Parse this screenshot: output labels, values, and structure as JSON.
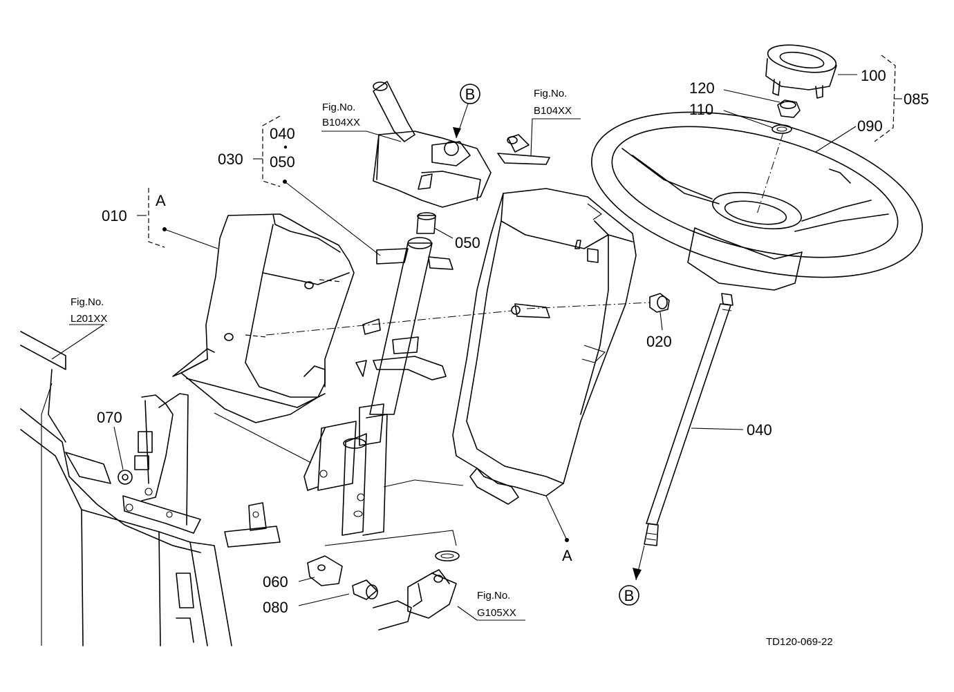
{
  "callouts": {
    "p010": "010",
    "p020": "020",
    "p030": "030",
    "p040_group": "040",
    "p050_group": "050",
    "p050": "050",
    "p040": "040",
    "p060": "060",
    "p070": "070",
    "p080": "080",
    "p085": "085",
    "p090": "090",
    "p100": "100",
    "p110": "110",
    "p120": "120"
  },
  "markers": {
    "a_left": "A",
    "a_bottom": "A",
    "b_top": "B",
    "b_bottom": "B"
  },
  "figure_refs": {
    "fig_label": "Fig.No.",
    "ref_top_left": "B104XX",
    "ref_top_right": "B104XX",
    "ref_left": "L201XX",
    "ref_bottom": "G105XX"
  },
  "drawing_id": "TD120-069-22"
}
